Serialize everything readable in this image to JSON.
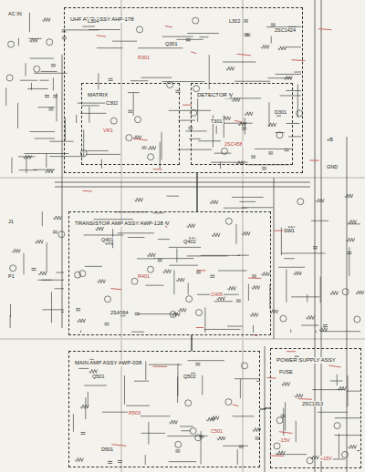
{
  "diagram": {
    "nodes": [
      {
        "text": [
          "UHF AMP ASSY AHP-178"
        ]
      },
      {
        "text": [
          "MATRIX"
        ],
        "in": 0
      },
      {
        "text": [
          "DETECTOR"
        ],
        "in": 0
      },
      {
        "text": [
          "TRANSISTOR AMP ASSY AWP-128"
        ]
      },
      {
        "text": [
          "MAIN AMP ASSY AWP-038"
        ]
      },
      {
        "text": [
          "POWER SUPPLY ASSY"
        ]
      }
    ],
    "edges": [
      {
        "from": 0,
        "to": 3,
        "arrow": "none"
      },
      {
        "from": 3,
        "to": 4,
        "arrow": "none"
      },
      {
        "from": 4,
        "to": 5,
        "arrow": "none"
      }
    ],
    "labels": [
      "L304",
      "L302",
      "2SC1424",
      "Q301",
      "R301",
      "C302",
      "VR1",
      "T301",
      "2SC458",
      "D301",
      "+B",
      "GND",
      "AC IN",
      "J1",
      "P1",
      "Q401",
      "Q402",
      "R401",
      "C405",
      "2SA564",
      "Q501",
      "Q502",
      "R503",
      "C501",
      "D501",
      "FUSE",
      "2SC1313",
      "-15V",
      "+15V",
      "SW1"
    ]
  }
}
